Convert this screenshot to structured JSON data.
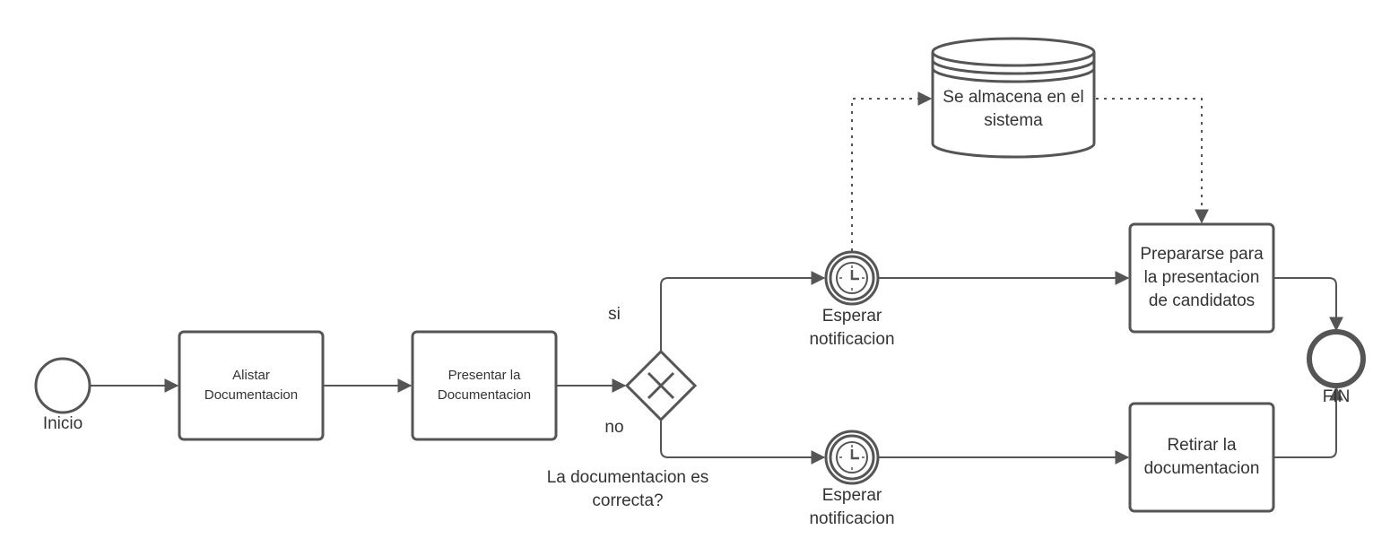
{
  "diagram": {
    "stroke_color": "#555555",
    "text_color": "#333333",
    "background": "#ffffff",
    "start_event": {
      "label": "Inicio"
    },
    "end_event": {
      "label": "FIN"
    },
    "tasks": {
      "alistar": "Alistar Documentacion",
      "presentar": "Presentar la Documentacion",
      "prepararse": "Prepararse para la presentacion de candidatos",
      "retirar": "Retirar la documentacion"
    },
    "gateway": {
      "type": "exclusive",
      "question": "La documentacion es correcta?",
      "branch_yes": "si",
      "branch_no": "no"
    },
    "timer_events": {
      "upper": "Esperar notificacion",
      "lower": "Esperar notificacion"
    },
    "data_store": {
      "label": "Se almacena en el sistema"
    },
    "icons": [
      "clock-icon",
      "x-cross-icon",
      "arrow-head-icon"
    ]
  }
}
